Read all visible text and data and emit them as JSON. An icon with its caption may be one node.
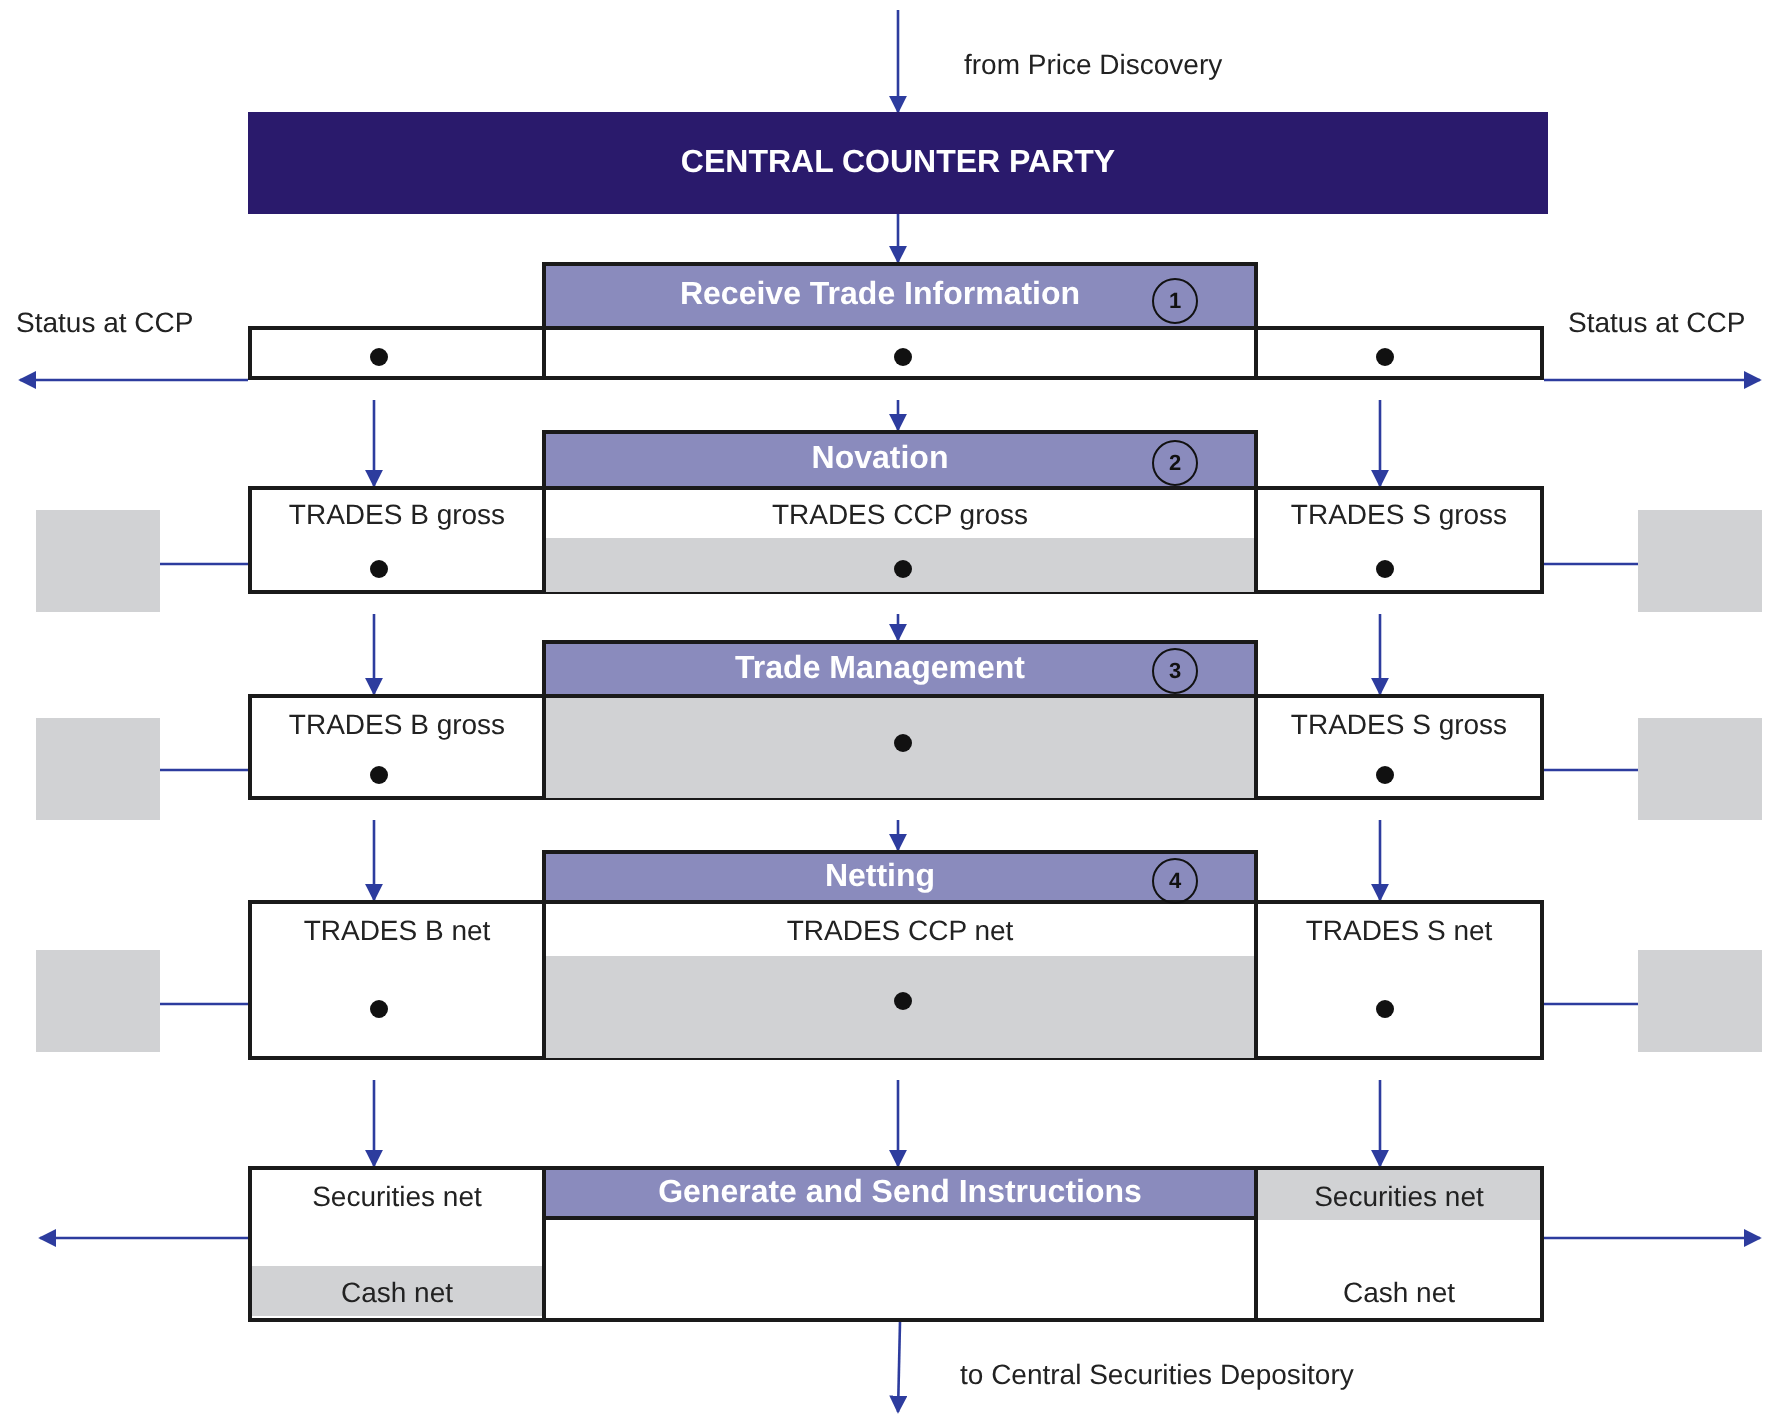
{
  "diagram": {
    "nodes": [
      {
        "text": [
          "CENTRAL COUNTER PARTY"
        ]
      },
      {
        "text": [],
        "shape": "box"
      },
      {
        "text": [
          "Receive Trade Information"
        ]
      },
      {
        "text": [
          "1"
        ],
        "in": 2
      },
      {
        "text": [],
        "shape": "box"
      },
      {
        "text": [],
        "shape": "box"
      },
      {
        "text": [
          "TRADES B gross"
        ]
      },
      {
        "text": [
          "Novation",
          "TRADES CCP gross"
        ]
      },
      {
        "text": [
          "2"
        ],
        "in": 7
      },
      {
        "text": [
          "TRADES S gross"
        ]
      },
      {
        "text": [],
        "shape": "box"
      },
      {
        "text": [],
        "shape": "box"
      },
      {
        "text": [
          "TRADES B gross"
        ]
      },
      {
        "text": [
          "Trade Management"
        ]
      },
      {
        "text": [
          "3"
        ],
        "in": 13
      },
      {
        "text": [
          "TRADES S gross"
        ]
      },
      {
        "text": [],
        "shape": "box"
      },
      {
        "text": [],
        "shape": "box"
      },
      {
        "text": [
          "TRADES B net"
        ]
      },
      {
        "text": [
          "Netting",
          "TRADES CCP net"
        ]
      },
      {
        "text": [
          "4"
        ],
        "in": 19
      },
      {
        "text": [
          "TRADES S net"
        ]
      },
      {
        "text": [],
        "shape": "box"
      },
      {
        "text": [
          "Securities net",
          "Cash net"
        ]
      },
      {
        "text": [
          "Generate and Send Instructions"
        ]
      },
      {
        "text": [
          "Securities net",
          "Cash net"
        ]
      }
    ],
    "edges": [
      {
        "from": null,
        "to": 0,
        "arrow": "to",
        "label": "from Price Discovery"
      },
      {
        "from": 0,
        "to": 2,
        "arrow": "to"
      },
      {
        "from": 1,
        "to": null,
        "arrow": "to",
        "label": "Status at CCP"
      },
      {
        "from": 4,
        "to": null,
        "arrow": "to",
        "label": "Status at CCP"
      },
      {
        "from": 1,
        "to": 6,
        "arrow": "to"
      },
      {
        "from": 2,
        "to": 7,
        "arrow": "to"
      },
      {
        "from": 4,
        "to": 9,
        "arrow": "to"
      },
      {
        "from": 5,
        "to": 6,
        "arrow": "none"
      },
      {
        "from": 10,
        "to": 9,
        "arrow": "none"
      },
      {
        "from": 6,
        "to": 12,
        "arrow": "to"
      },
      {
        "from": 7,
        "to": 13,
        "arrow": "to"
      },
      {
        "from": 9,
        "to": 15,
        "arrow": "to"
      },
      {
        "from": 11,
        "to": 12,
        "arrow": "none"
      },
      {
        "from": 16,
        "to": 15,
        "arrow": "none"
      },
      {
        "from": 12,
        "to": 18,
        "arrow": "to"
      },
      {
        "from": 13,
        "to": 19,
        "arrow": "to"
      },
      {
        "from": 15,
        "to": 21,
        "arrow": "to"
      },
      {
        "from": 17,
        "to": 18,
        "arrow": "none"
      },
      {
        "from": 22,
        "to": 21,
        "arrow": "none"
      },
      {
        "from": 18,
        "to": 23,
        "arrow": "to"
      },
      {
        "from": 19,
        "to": 24,
        "arrow": "to"
      },
      {
        "from": 21,
        "to": 25,
        "arrow": "to"
      },
      {
        "from": 23,
        "to": null,
        "arrow": "to"
      },
      {
        "from": 25,
        "to": null,
        "arrow": "to"
      },
      {
        "from": 24,
        "to": null,
        "arrow": "to",
        "label": "to Central Securities Depository"
      }
    ]
  }
}
